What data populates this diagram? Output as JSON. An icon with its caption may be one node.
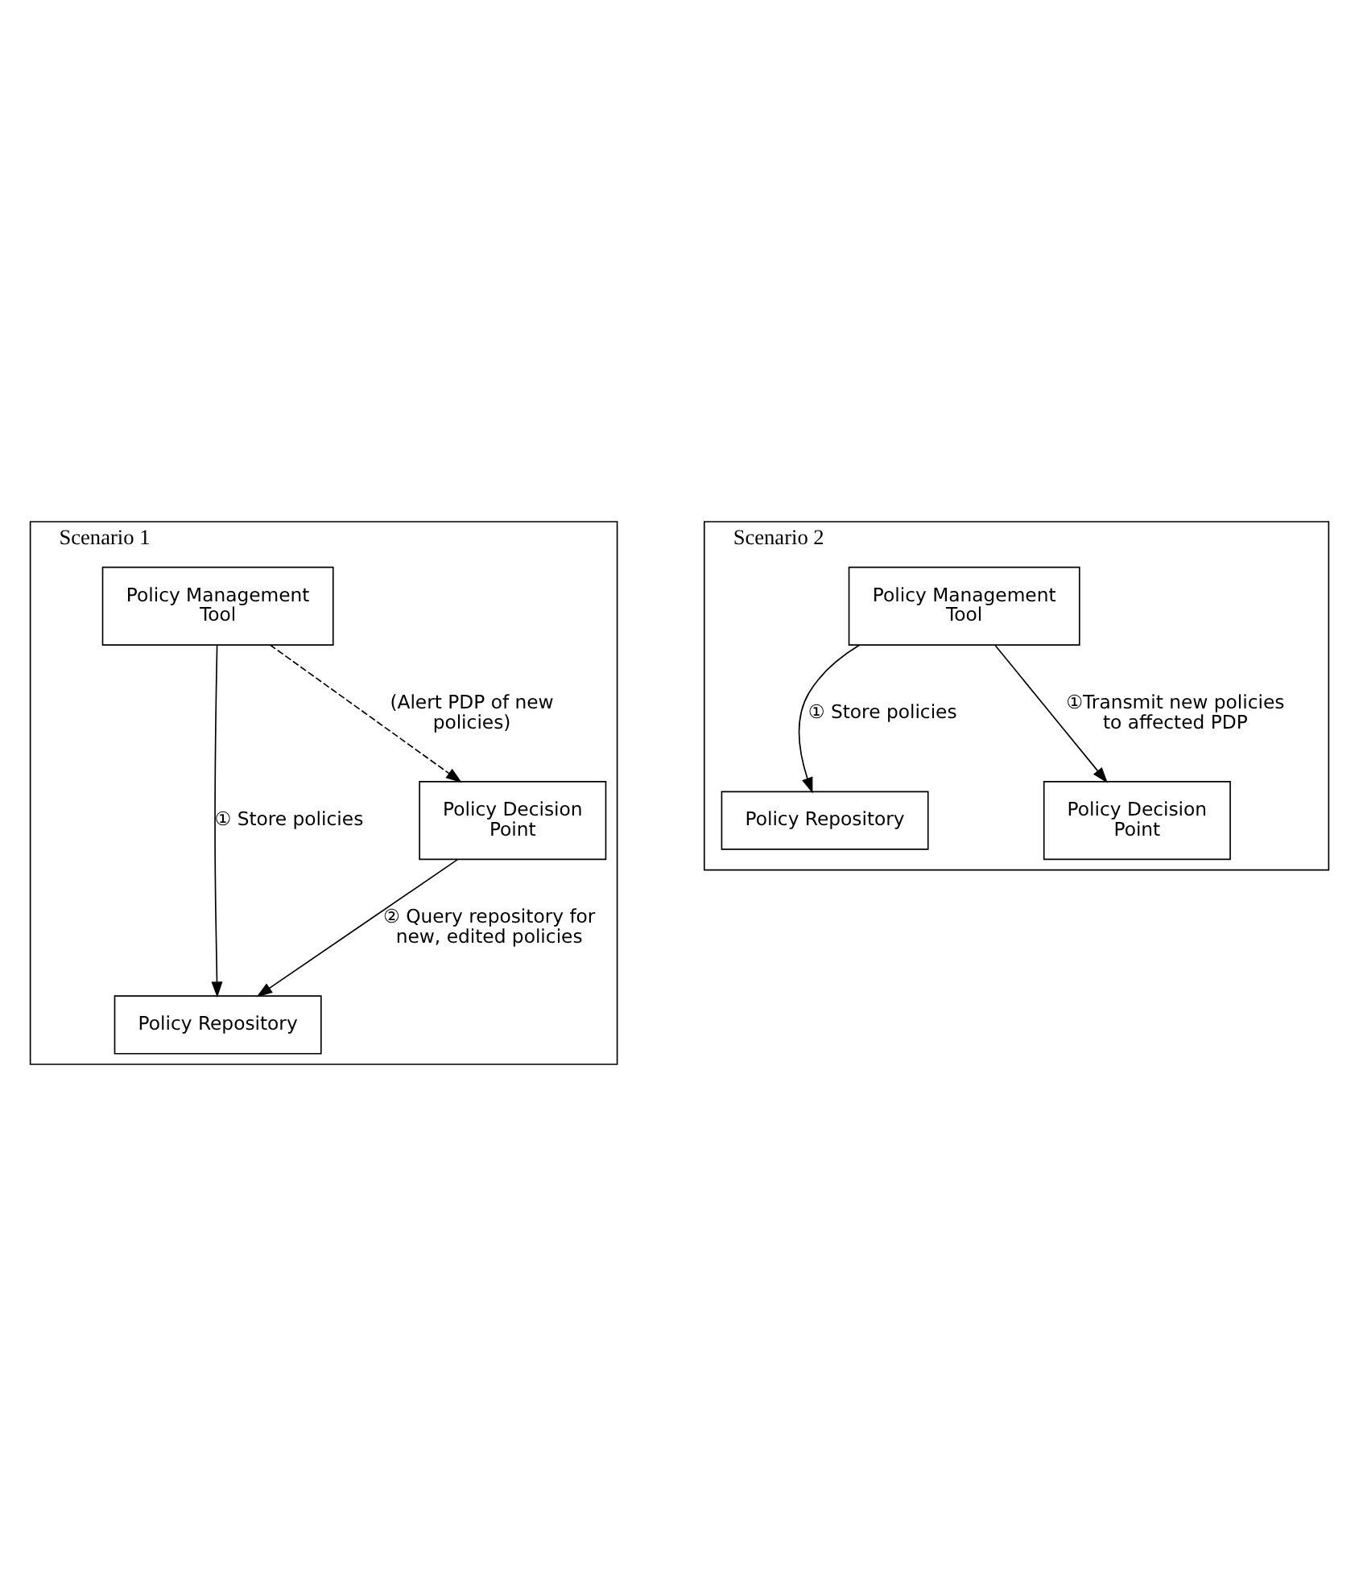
{
  "diagram": {
    "nodes": [
      {
        "text": [
          "Scenario 1"
        ]
      },
      {
        "text": [
          "Policy Management Tool"
        ],
        "in": 0
      },
      {
        "text": [
          "Policy Repository"
        ],
        "in": 0
      },
      {
        "text": [
          "Policy Decision Point"
        ],
        "in": 0
      },
      {
        "text": [
          "Scenario 2"
        ]
      },
      {
        "text": [
          "Policy Management Tool"
        ],
        "in": 4
      },
      {
        "text": [
          "Policy Repository"
        ],
        "in": 4
      },
      {
        "text": [
          "Policy Decision Point"
        ],
        "in": 4
      }
    ],
    "edges": [
      {
        "from": 1,
        "to": 2,
        "arrow": "to",
        "label": "① Store policies"
      },
      {
        "from": 1,
        "to": 3,
        "arrow": "to",
        "label": "(Alert PDP of new policies)",
        "style": "dashed"
      },
      {
        "from": 3,
        "to": 2,
        "arrow": "to",
        "label": "② Query repository for new, edited policies"
      },
      {
        "from": 5,
        "to": 6,
        "arrow": "to",
        "label": "① Store policies"
      },
      {
        "from": 5,
        "to": 7,
        "arrow": "to",
        "label": "①Transmit new policies to affected PDP"
      }
    ]
  }
}
